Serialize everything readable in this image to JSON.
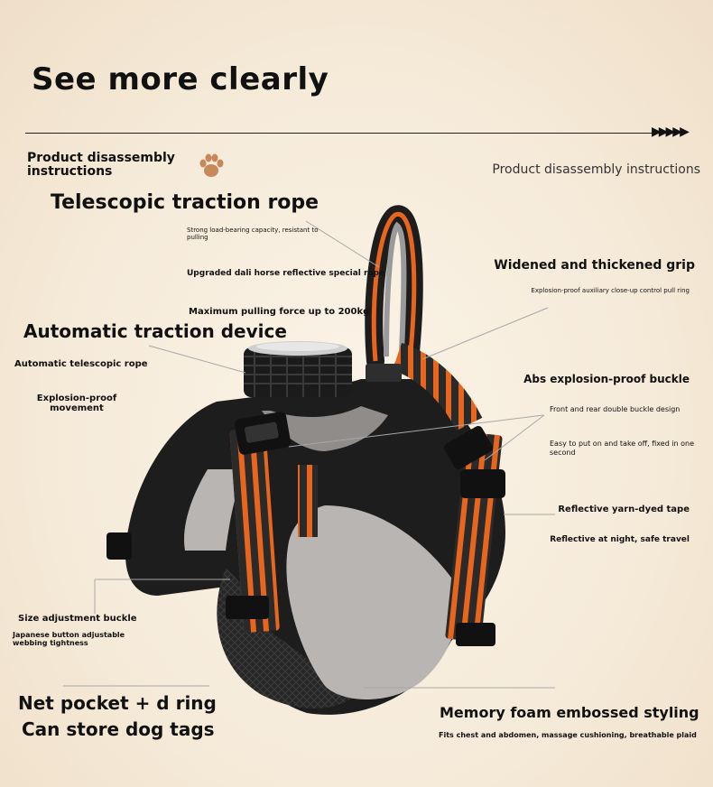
{
  "headline": "See more clearly",
  "section_label_left": "Product disassembly instructions",
  "section_label_right": "Product disassembly instructions",
  "icons": {
    "paw": "paw-print-icon",
    "arrows": "arrow-chevrons-icon"
  },
  "colors": {
    "webbing_orange": "#e8651e",
    "harness_black": "#1d1d1d",
    "lining_gray": "#b9b5b2",
    "background": "#f6ebda"
  },
  "features": {
    "telescopic_rope": {
      "title": "Telescopic traction rope",
      "note1": "Strong load-bearing capacity, resistant to pulling",
      "note2": "Upgraded dali horse reflective special rope",
      "note3": "Maximum pulling force up to 200kg"
    },
    "traction_device": {
      "title": "Automatic traction device",
      "note1": "Automatic telescopic rope",
      "note2": "Explosion-proof movement"
    },
    "grip": {
      "title": "Widened and thickened grip",
      "note": "Explosion-proof auxiliary close-up control pull ring"
    },
    "buckle": {
      "title": "Abs explosion-proof buckle",
      "note1": "Front and rear double buckle design",
      "note2": "Easy to put on and take off, fixed in one second"
    },
    "tape": {
      "title": "Reflective yarn-dyed tape",
      "note": "Reflective at night, safe travel"
    },
    "size_buckle": {
      "title": "Size adjustment buckle",
      "note": "Japanese button adjustable webbing tightness"
    },
    "net_pocket": {
      "line1": "Net pocket + d ring",
      "line2": "Can store dog tags"
    },
    "memory_foam": {
      "title": "Memory foam embossed styling",
      "note": "Fits chest and abdomen, massage cushioning, breathable plaid"
    }
  }
}
